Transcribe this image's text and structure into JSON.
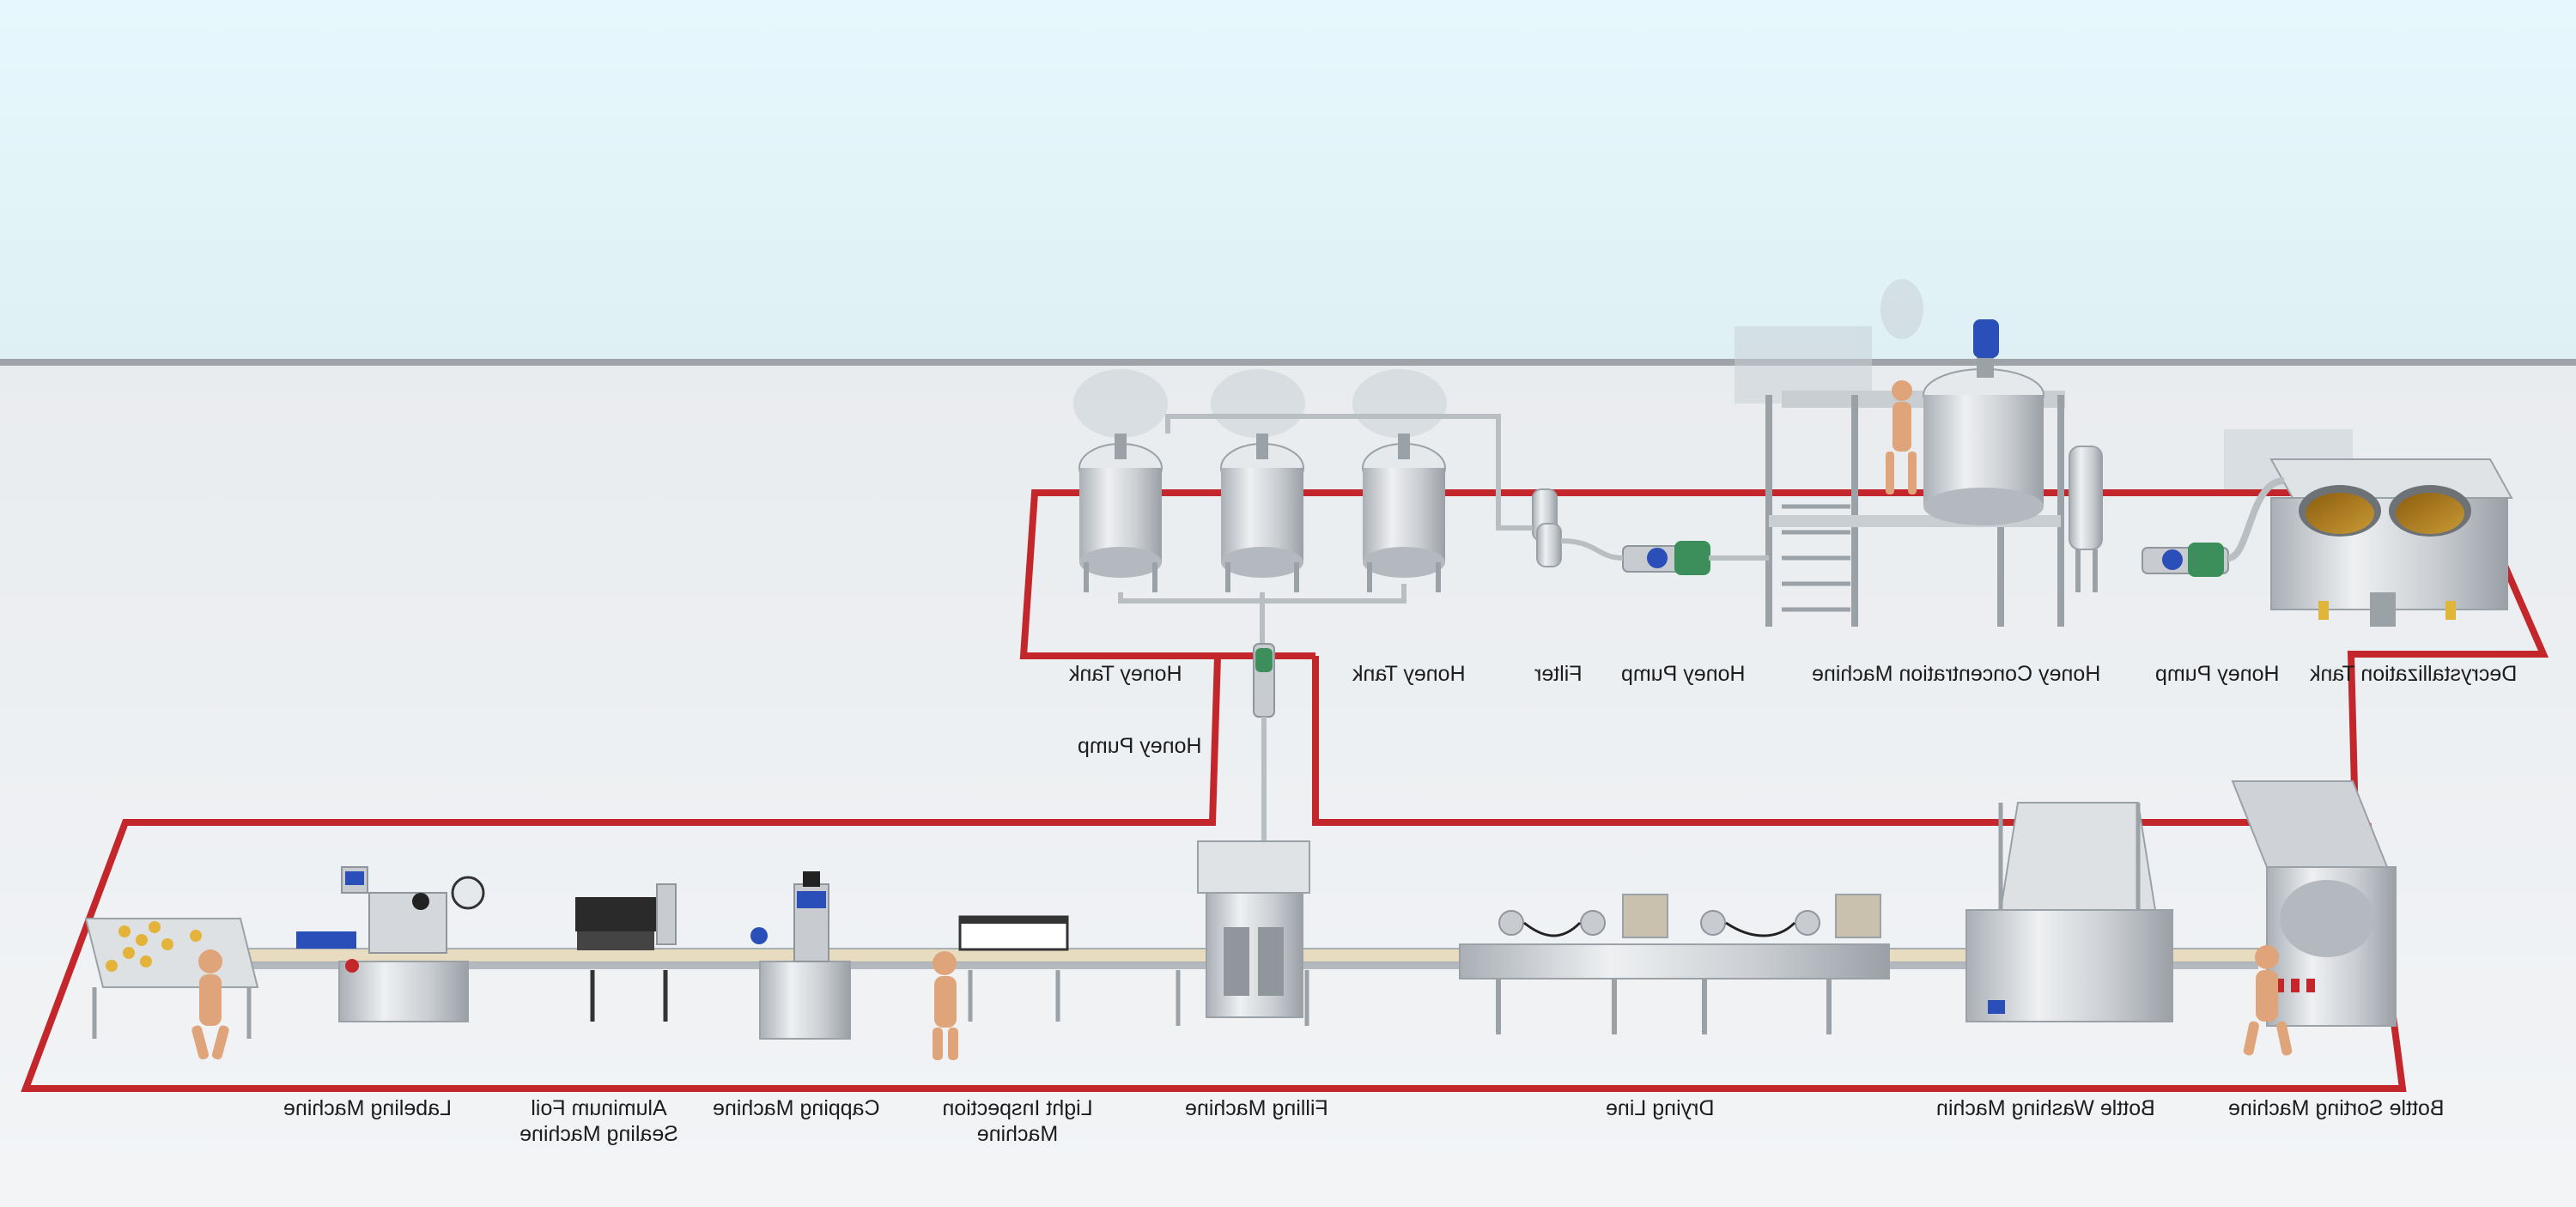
{
  "colors": {
    "wall": "#e8f7fb",
    "floor": "#eceff2",
    "outline": "#c3272b",
    "steel": "#d4d8dc",
    "steel_dark": "#9aa1a7",
    "honey": "#b8861b",
    "motor_blue": "#2a4fb8",
    "pump_green": "#3c8f5a",
    "conveyor": "#e8dcc0",
    "mannequin": "#e0a47a"
  },
  "labels": {
    "decrystallization_tank": "Decrystallization Tank",
    "honey_pump_1": "Honey Pump",
    "honey_concentration_machine": "Honey Concentration Machine",
    "honey_pump_2": "Honey Pump",
    "filter": "Filter",
    "honey_tank_right": "Honey Tank",
    "honey_tank_left": "Honey Tank",
    "honey_pump_3": "Honey Pump",
    "bottle_sorting_machine": "Bottle Sorting Machine",
    "bottle_washing_machine": "Bottle Washing Machin",
    "drying_line": "Drying Line",
    "filling_machine": "Filling Machine",
    "light_inspection_machine": "Light Inspection Machine",
    "capping_machine": "Capping Machine",
    "aluminum_foil_sealing_machine": "Aluminum Foil Sealing Machine",
    "labeling_machine": "Labeling Machine"
  }
}
